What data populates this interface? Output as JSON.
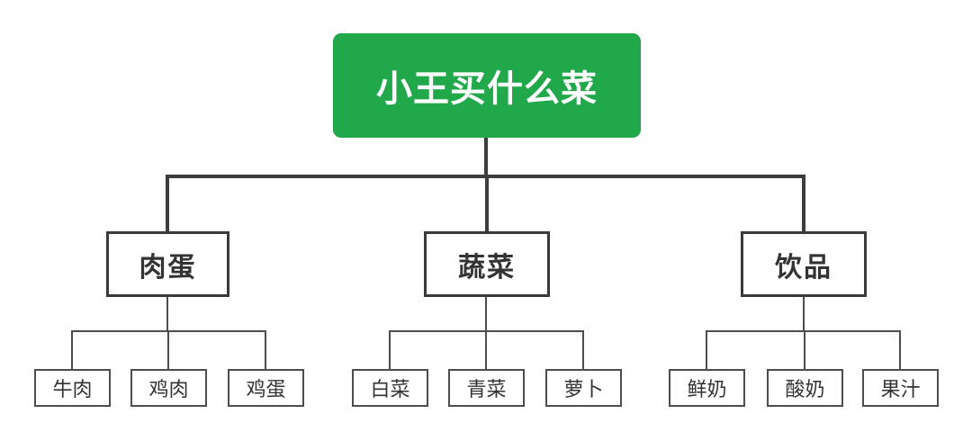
{
  "diagram": {
    "title": "小王买什么菜",
    "root": {
      "label": "小王买什么菜"
    },
    "branches": [
      {
        "label": "肉蛋",
        "children": [
          {
            "label": "牛肉"
          },
          {
            "label": "鸡肉"
          },
          {
            "label": "鸡蛋"
          }
        ]
      },
      {
        "label": "蔬菜",
        "children": [
          {
            "label": "白菜"
          },
          {
            "label": "青菜"
          },
          {
            "label": "萝卜"
          }
        ]
      },
      {
        "label": "饮品",
        "children": [
          {
            "label": "鲜奶"
          },
          {
            "label": "酸奶"
          },
          {
            "label": "果汁"
          }
        ]
      }
    ],
    "colors": {
      "root_bg": "#21a84b",
      "root_text": "#ffffff",
      "node_bg": "#ffffff",
      "node_border_thick": "#3a3a3a",
      "node_border_thin": "#4d4d4d",
      "node_text": "#333333",
      "connector_thick": "#3d3d3d",
      "connector_thin": "#4d4d4d",
      "background": "#ffffff"
    }
  }
}
